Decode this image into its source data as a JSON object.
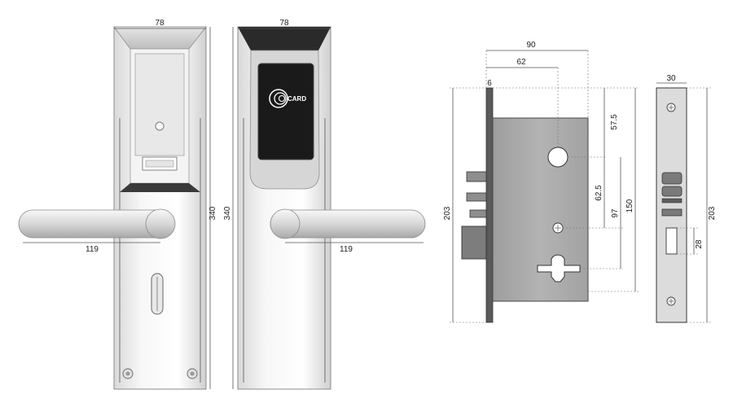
{
  "front_view": {
    "width_label": "78",
    "height_label": "340",
    "handle_label": "119"
  },
  "back_view": {
    "width_label": "78",
    "height_label": "340",
    "handle_label": "119",
    "card_reader_text": "CARD"
  },
  "mortise_side": {
    "offset_label": "6",
    "total_label": "90",
    "backset_label": "62",
    "height_label": "203",
    "top_label": "57.5",
    "spacing_label": "62.5",
    "lower_label": "97",
    "span_label": "150"
  },
  "faceplate": {
    "width_label": "30",
    "height_label": "203",
    "latch_label": "28"
  },
  "colors": {
    "steel_light": "#f2f2f2",
    "steel_mid": "#c8c8c8",
    "steel_dark": "#8a8a8a",
    "mortise_body": "#a9a9a9",
    "reader_black": "#1a1a1a"
  }
}
